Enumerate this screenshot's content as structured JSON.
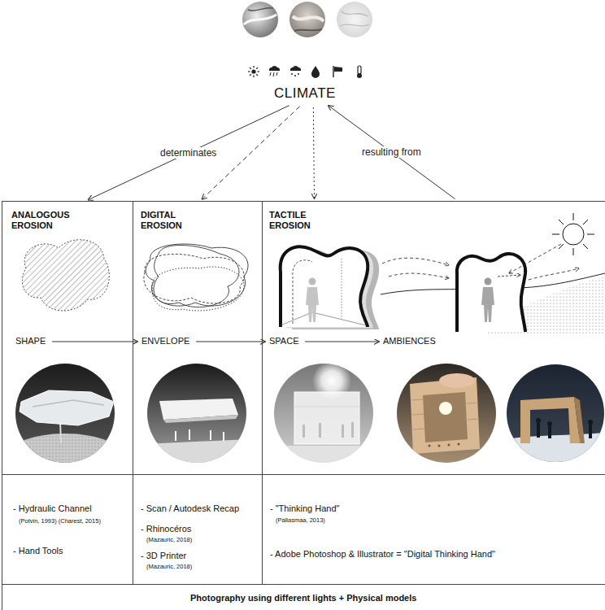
{
  "diagram": {
    "nodes": [
      {
        "text": [
          "CLIMATE"
        ]
      },
      {
        "text": [
          "ANALOGOUS EROSION"
        ]
      },
      {
        "text": [
          "SHAPE"
        ],
        "in": 1
      },
      {
        "text": [
          "DIGITAL EROSION"
        ]
      },
      {
        "text": [
          "ENVELOPE"
        ],
        "in": 3
      },
      {
        "text": [
          "TACTILE EROSION"
        ]
      },
      {
        "text": [
          "SPACE"
        ],
        "in": 5
      },
      {
        "text": [
          "AMBIENCES"
        ],
        "in": 5
      },
      {
        "text": [
          "- Hydraulic Channel",
          "(Potvin, 1993) (Charest, 2015)",
          "- Hand Tools"
        ]
      },
      {
        "text": [
          "- Scan / Autodesk Recap",
          "- Rhinocéros",
          "(Mazauric, 2018)",
          "- 3D Printer",
          "(Mazauric, 2018)"
        ]
      },
      {
        "text": [
          "- \"Thinking Hand\"",
          "(Pallasmaa, 2013)",
          "- Adobe Photoshop & Illustrator = \"Digital Thinking Hand\""
        ]
      },
      {
        "text": [
          "Photography using different lights + Physical models"
        ]
      }
    ],
    "edges": [
      {
        "from": 0,
        "to": 1,
        "label": "determinates",
        "arrow": "to"
      },
      {
        "from": 0,
        "to": 3,
        "arrow": "to"
      },
      {
        "from": 0,
        "to": 5,
        "arrow": "to"
      },
      {
        "from": 5,
        "to": 0,
        "label": "resulting from",
        "arrow": "to"
      },
      {
        "from": 2,
        "to": 4,
        "arrow": "to"
      },
      {
        "from": 4,
        "to": 6,
        "arrow": "to"
      },
      {
        "from": 6,
        "to": 7,
        "arrow": "to"
      }
    ]
  }
}
